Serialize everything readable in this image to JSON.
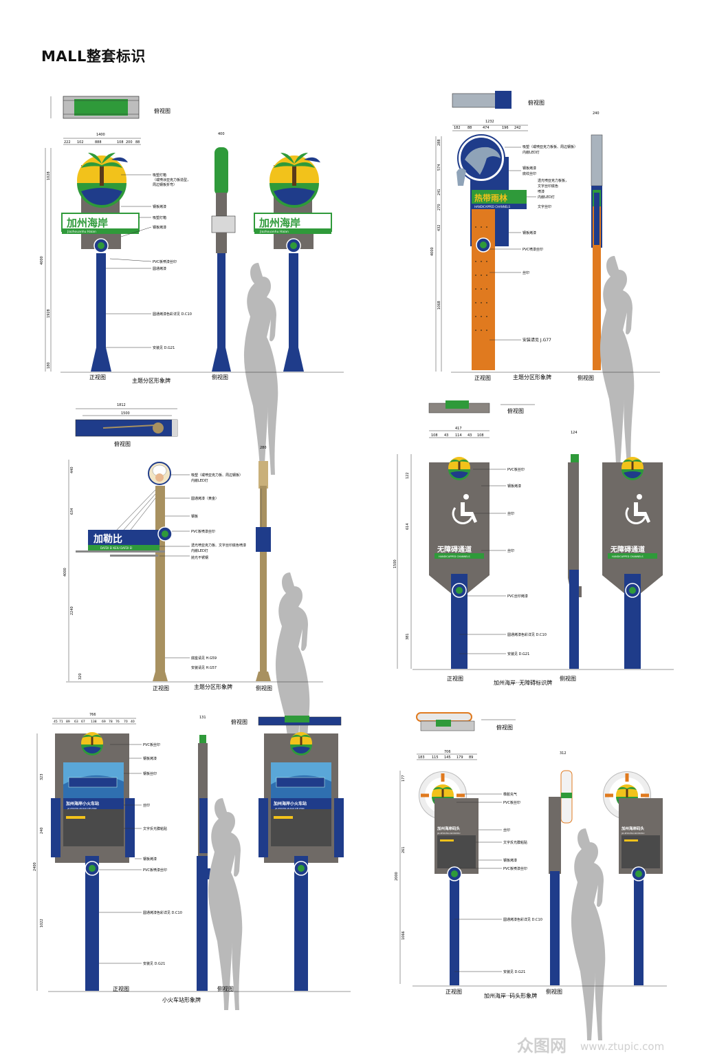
{
  "page": {
    "title": "MALL整套标识"
  },
  "labels": {
    "top_view": "俯视图",
    "front_view": "正视图",
    "side_view": "侧视图"
  },
  "colors": {
    "blue": "#1f3c8a",
    "green": "#2f9a3a",
    "orange": "#e07a1f",
    "gray": "#6f6a66",
    "khaki": "#a89160",
    "silhouette": "#b8b8b8"
  },
  "sign1": {
    "caption": "主题分区形象牌",
    "name": "加州海岸",
    "sub": "Jiazhouanhu Haian",
    "dims_top": [
      "1400"
    ],
    "dims_top2": [
      "222",
      "102",
      "888",
      "108",
      "200",
      "88"
    ],
    "height": "4000",
    "heights": [
      "1028",
      "1928",
      "180"
    ],
    "callouts": [
      "吸塑灯箱",
      "（或喷涂亚克力板造型，",
      "周边钢板折弯）",
      "钢板烤漆",
      "吸塑灯箱",
      "钢板烤漆",
      "PVC板喷漆丝印",
      "圆通烤漆",
      "圆通烤漆色彩详见 D.C10",
      "安装见 D.G21"
    ],
    "side_dims": [
      "400"
    ]
  },
  "sign2": {
    "caption": "主题分区形象牌",
    "name": "热带雨林",
    "sub": "HANDICAPPED CHANNELS",
    "dims_top": [
      "1232"
    ],
    "dims_top2": [
      "182",
      "88",
      "474",
      "196",
      "242"
    ],
    "height": "4000",
    "heights": [
      "288",
      "574",
      "241",
      "270",
      "432",
      "1068"
    ],
    "side_dims": [
      "240"
    ],
    "callouts": [
      "吸塑（或喷亚克力板板、周边钢板）",
      "内嵌LED灯",
      "钢板烤漆",
      "底纹丝印",
      "透光喷亚克力板板，",
      "文字丝印底色",
      "喷漆",
      "内嵌LED灯",
      "文字丝印",
      "钢板烤漆",
      "PVC喷漆丝印",
      "丝印",
      "安装请见 J.G77"
    ]
  },
  "sign3": {
    "caption": "主题分区形象牌",
    "name": "加勒比",
    "sub": "DAFDI EI KEIU DAFDI EI",
    "dims_top": [
      "1812",
      "1500"
    ],
    "height": "4000",
    "heights": [
      "440",
      "634",
      "2240",
      "320"
    ],
    "side_dims": [
      "280"
    ],
    "callouts": [
      "吸塑（或喷亚克力板、周边钢板）",
      "内嵌LED灯",
      "圆通烤漆（黄金）",
      "钢板",
      "PVC板喷漆丝印",
      "透光喷亚克力板、文字丝印底色喷漆",
      "内嵌LED灯",
      "抛光不锈钢",
      "底座请见 H.G59",
      "安装请见 H.G57"
    ]
  },
  "sign4": {
    "caption": "加州海岸··无障碍标识牌",
    "name": "无障碍通道",
    "sub": "HANDICAPPED CHANNELS",
    "dims_top": [
      "417"
    ],
    "dims_top2": [
      "108",
      "43",
      "114",
      "43",
      "108"
    ],
    "side_top": [
      "124"
    ],
    "height": "1500",
    "heights": [
      "122",
      "614",
      "381"
    ],
    "callouts": [
      "PVC板丝印",
      "钢板烤漆",
      "丝印",
      "丝印",
      "PVC丝印烤漆",
      "圆通烤漆色彩详见 D.C10",
      "安装见 D.G21"
    ]
  },
  "sign5": {
    "caption": "小火车站形象牌",
    "name": "加州海岸小火车站",
    "sub": "JIA ZHOUHAI AN XIAO CHE ZHAN",
    "dims_top": [
      "766"
    ],
    "dims_top2": [
      "45",
      "71",
      "89",
      "63",
      "67",
      "138",
      "69",
      "78",
      "76",
      "70",
      "40"
    ],
    "side_top": [
      "131"
    ],
    "height": "2400",
    "heights": [
      "323",
      "240",
      "1022"
    ],
    "callouts": [
      "PVC板丝印",
      "钢板烤漆",
      "钢板丝印",
      "丝印",
      "文字反光膜粘贴",
      "钢板烤漆",
      "PVC板喷漆丝印",
      "圆通烤漆色彩详见 D.C10",
      "安装见 D.G21"
    ]
  },
  "sign6": {
    "caption": "加州海岸··码头形象牌",
    "name": "加州海岸码头",
    "sub": "JIA ZHOUHAI AN MATOU",
    "dims_top": [
      "706"
    ],
    "dims_top2": [
      "183",
      "115",
      "145",
      "179",
      "89"
    ],
    "side_top": [
      "312"
    ],
    "height": "2000",
    "heights": [
      "177",
      "261",
      "1066"
    ],
    "callouts": [
      "橡胶充气",
      "PVC板丝印",
      "丝印",
      "文字反光膜粘贴",
      "钢板烤漆",
      "PVC板喷漆丝印",
      "圆通烤漆色彩详见 D.C10",
      "安装见 D.G21"
    ]
  },
  "watermark": {
    "brand": "众图网",
    "url": "www.ztupic.com"
  }
}
